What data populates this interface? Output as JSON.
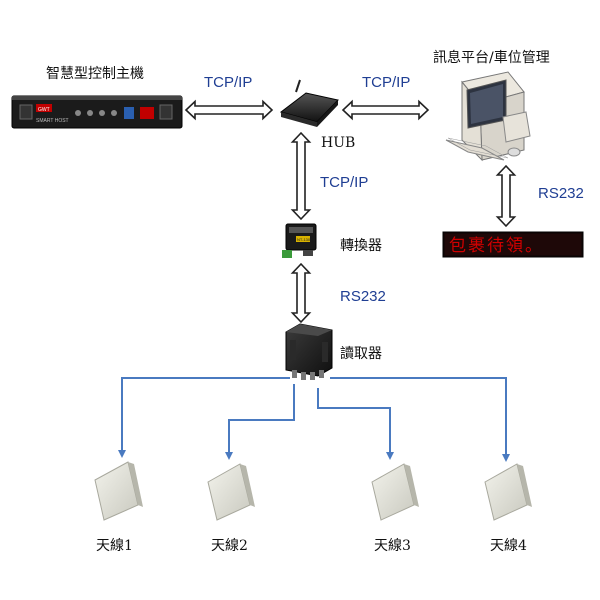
{
  "labels": {
    "controller": "智慧型控制主機",
    "info_platform": "訊息平台/車位管理",
    "tcp1": "TCP/IP",
    "tcp2": "TCP/IP",
    "tcp3": "TCP/IP",
    "hub": "HUB",
    "rs232_top": "RS232",
    "rs232_mid": "RS232",
    "converter": "轉換器",
    "reader": "讀取器",
    "antenna1": "天線1",
    "antenna2": "天線2",
    "antenna3": "天線3",
    "antenna4": "天線4"
  },
  "led_sign": {
    "text": "包裹待領。"
  },
  "device_text": {
    "controller_brand": "GWT",
    "controller_model": "SMART HOST",
    "converter_badge": "NT-130"
  },
  "colors": {
    "connector_blue": "#4a7ac0",
    "label_blue": "#1f3e93",
    "led_red": "#d10000",
    "arrow_fill": "#ffffff",
    "arrow_stroke": "#222222"
  },
  "icons": [
    "controller-device-icon",
    "hub-device-icon",
    "computer-icon",
    "converter-device-icon",
    "reader-device-icon",
    "antenna-icon"
  ]
}
